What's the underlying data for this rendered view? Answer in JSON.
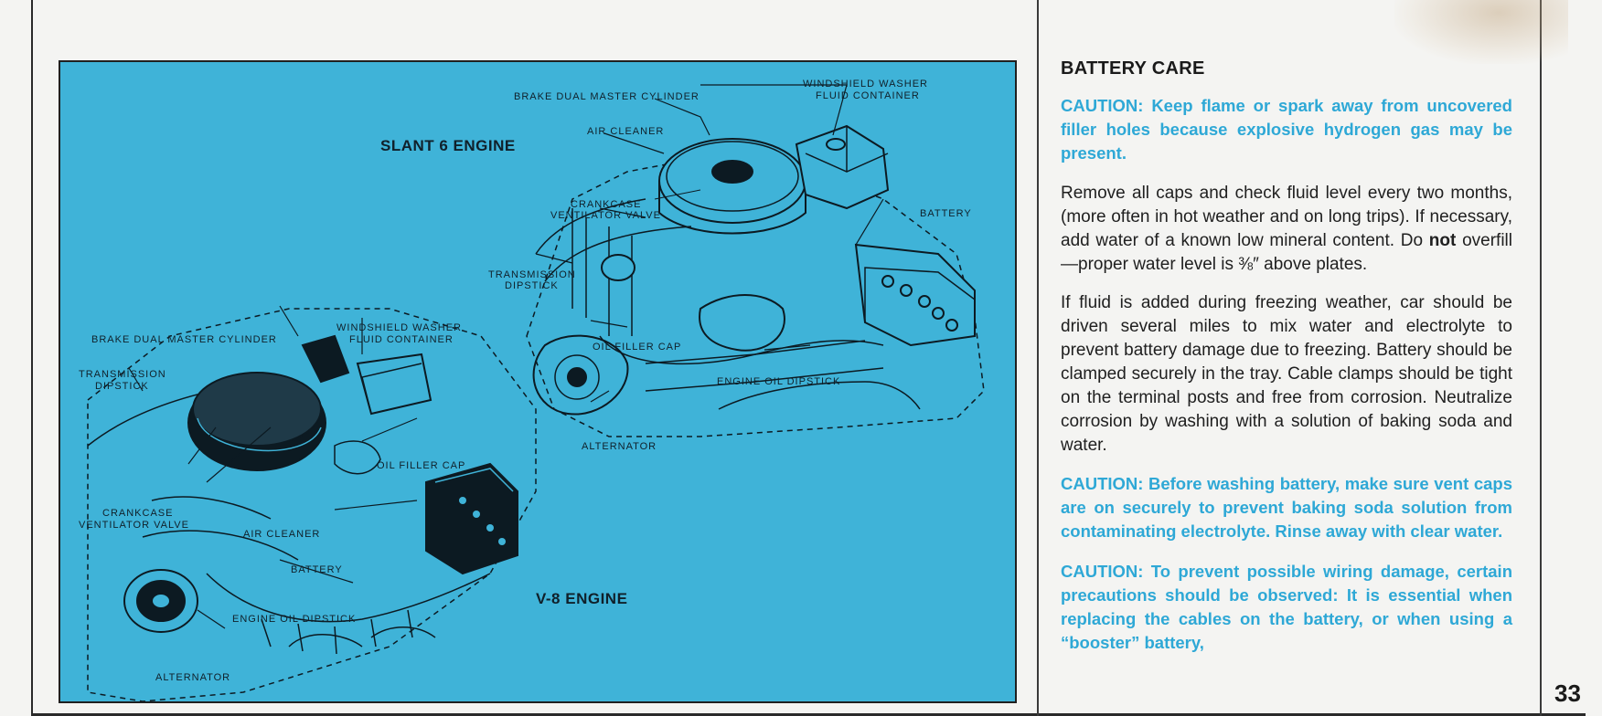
{
  "illustration": {
    "slant6": {
      "title": "SLANT 6 ENGINE",
      "labels": {
        "brake_cylinder": "BRAKE DUAL MASTER CYLINDER",
        "washer_line1": "WINDSHIELD WASHER",
        "washer_line2": "FLUID CONTAINER",
        "air_cleaner": "AIR CLEANER",
        "crankcase_line1": "CRANKCASE",
        "crankcase_line2": "VENTILATOR VALVE",
        "battery": "BATTERY",
        "trans_line1": "TRANSMISSION",
        "trans_line2": "DIPSTICK",
        "oil_filler": "OIL FILLER CAP",
        "engine_oil": "ENGINE OIL DIPSTICK",
        "alternator": "ALTERNATOR"
      }
    },
    "v8": {
      "title": "V-8 ENGINE",
      "labels": {
        "brake_cylinder": "BRAKE DUAL MASTER CYLINDER",
        "washer_line1": "WINDSHIELD WASHER",
        "washer_line2": "FLUID CONTAINER",
        "trans_line1": "TRANSMISSION",
        "trans_line2": "DIPSTICK",
        "oil_filler": "OIL FILLER CAP",
        "crankcase_line1": "CRANKCASE",
        "crankcase_line2": "VENTILATOR VALVE",
        "air_cleaner": "AIR CLEANER",
        "battery": "BATTERY",
        "engine_oil": "ENGINE OIL DIPSTICK",
        "alternator": "ALTERNATOR"
      }
    }
  },
  "section": {
    "heading": "BATTERY CARE",
    "caution1": "CAUTION: Keep flame or spark away from un­covered filler holes because explosive hydro­gen gas may be present.",
    "para1_a": "Remove all caps and check fluid level every two months, (more often in hot weather and on long trips). If necessary, add water of a known low mineral content. Do ",
    "para1_bold": "not",
    "para1_b": " overfill—proper water level is ⅜″ above plates.",
    "para2": "If fluid is added during freezing weather, car should be driven several miles to mix water and electrolyte to prevent battery damage due to freezing. Battery should be clamped se­curely in the tray. Cable clamps should be tight on the terminal posts and free from cor­rosion. Neutralize corrosion by washing with a solution of baking soda and water.",
    "caution2": "CAUTION: Before washing battery, make sure vent caps are on securely to prevent baking soda solution from contaminating electrolyte. Rinse away with clear water.",
    "caution3": "CAUTION: To prevent possible wiring damage, certain precautions should be observed: It is essential when replacing the cables on the battery, or when using a “booster” battery,"
  },
  "page_number": "33"
}
